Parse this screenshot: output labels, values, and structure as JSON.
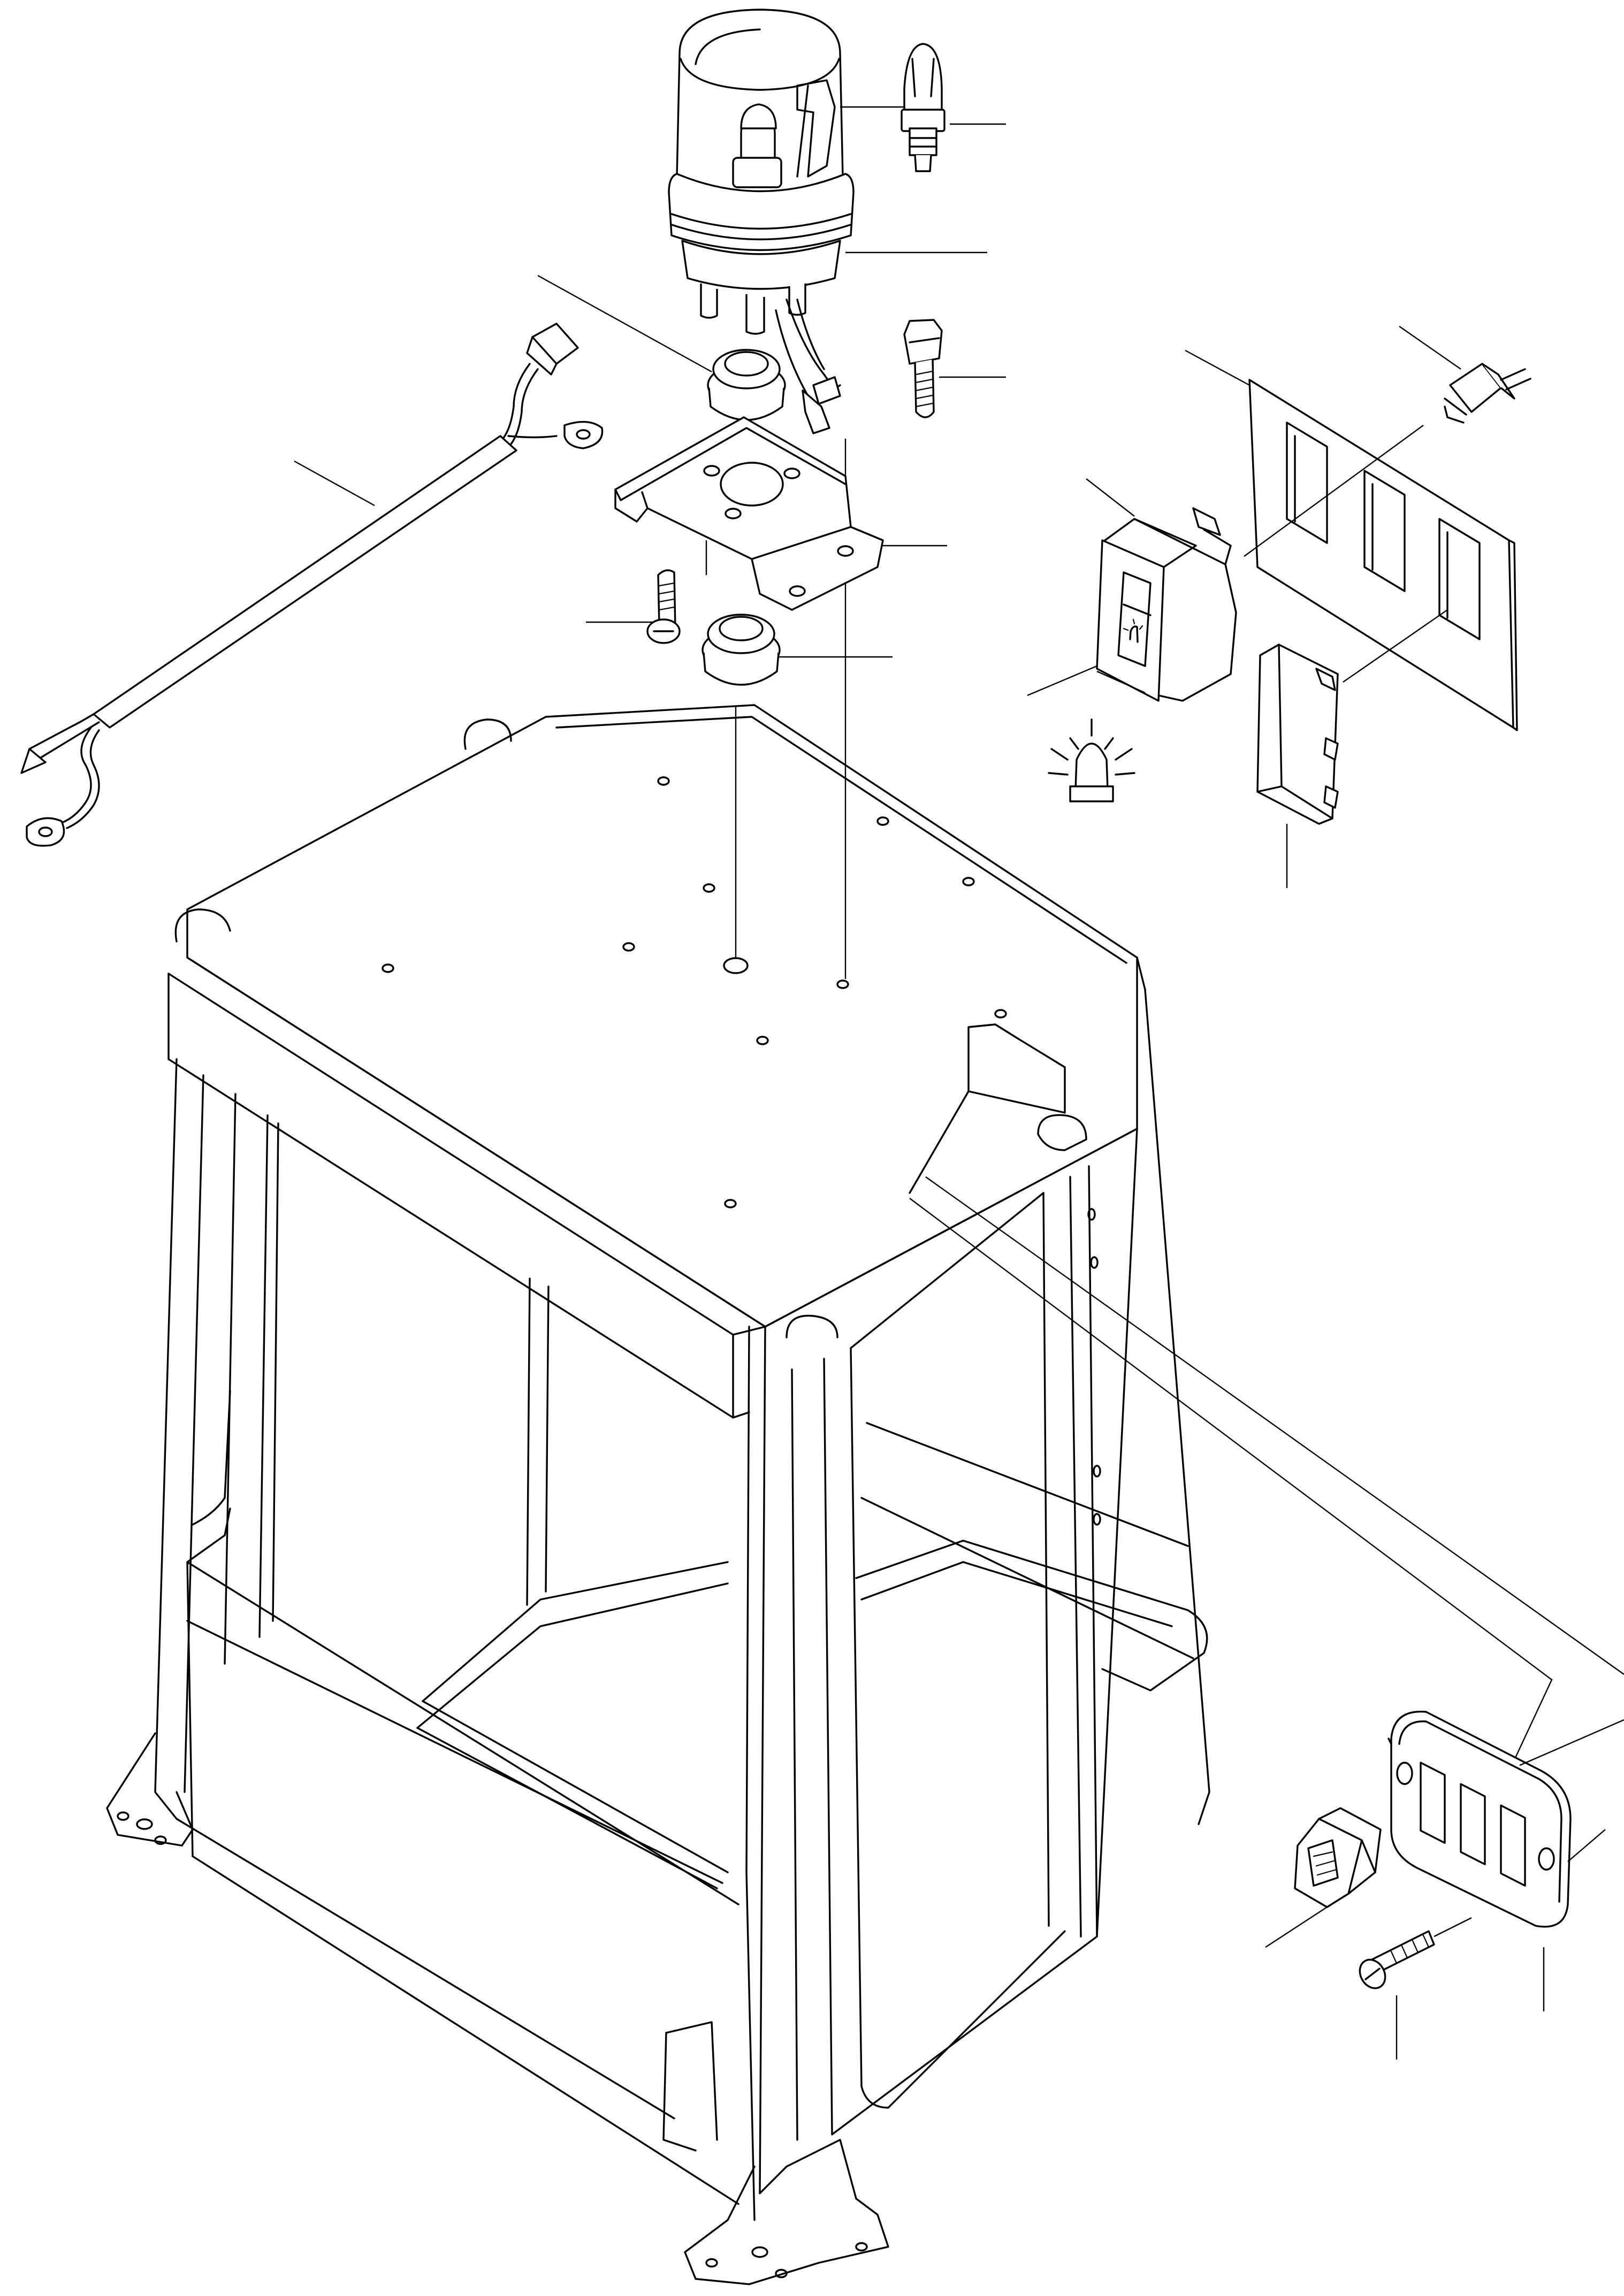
{
  "drawing": {
    "background": "#ffffff",
    "line_color": "#000000",
    "components": [
      {
        "key": "lamp",
        "icon": "rotating-beacon-icon"
      },
      {
        "key": "bulb",
        "icon": "bulb-icon"
      },
      {
        "key": "cable",
        "icon": "wire-harness-icon"
      },
      {
        "key": "bracket",
        "icon": "mounting-bracket-icon"
      },
      {
        "key": "bolt",
        "icon": "bolt-icon"
      },
      {
        "key": "screw",
        "icon": "screw-icon"
      },
      {
        "key": "grommet",
        "icon": "grommet-icon"
      },
      {
        "key": "rocker_switch",
        "icon": "rocker-switch-icon"
      },
      {
        "key": "switch_panel",
        "icon": "switch-panel-icon"
      },
      {
        "key": "blank_plug",
        "icon": "blank-plug-icon"
      },
      {
        "key": "connector",
        "icon": "connector-icon"
      },
      {
        "key": "beacon_symbol",
        "icon": "beacon-symbol-icon"
      },
      {
        "key": "cab",
        "icon": "operator-cab-icon"
      }
    ]
  }
}
